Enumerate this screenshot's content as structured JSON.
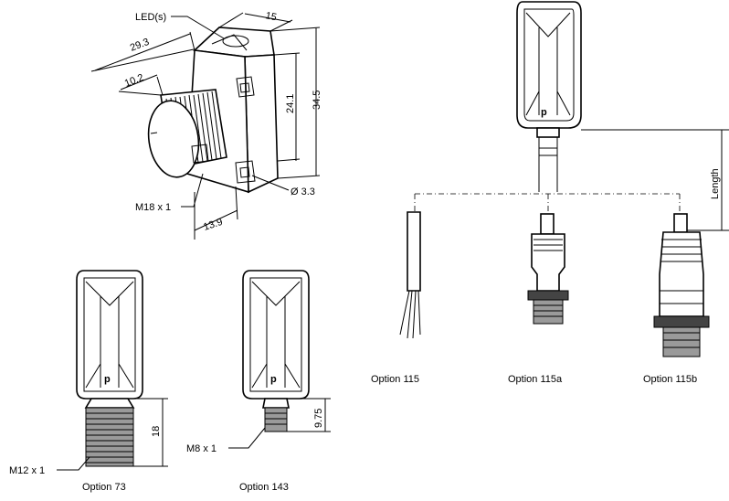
{
  "labels": {
    "led": "LED(s)",
    "dim_15": "15",
    "dim_29_3": "29.3",
    "dim_10_2": "10.2",
    "dim_24_1": "24.1",
    "dim_34_5": "34.5",
    "thread_m18": "M18 x 1",
    "hole_dia": "Ø 3.3",
    "dim_13_9": "13.9",
    "length": "Length",
    "dim_18": "18",
    "thread_m12": "M12 x 1",
    "dim_9_75": "9.75",
    "thread_m8": "M8 x 1"
  },
  "options": {
    "opt_73": "Option  73",
    "opt_143": "Option  143",
    "opt_115": "Option  115",
    "opt_115a": "Option  115a",
    "opt_115b": "Option  115b"
  }
}
